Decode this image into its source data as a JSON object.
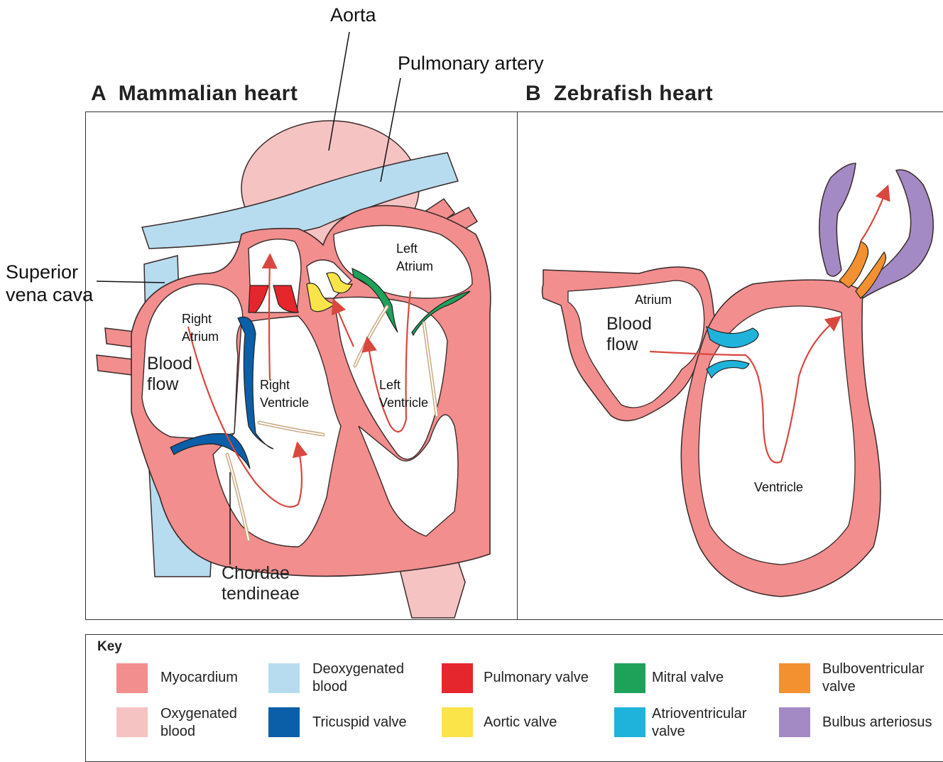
{
  "colors": {
    "myocardium": "#f28e8e",
    "oxygenated": "#f6c3c3",
    "deoxygenated": "#b7dcef",
    "pulmonary_valve": "#e5262c",
    "tricuspid_valve": "#0b5ea8",
    "mitral_valve": "#1ea25a",
    "aortic_valve": "#fbe34a",
    "av_valve": "#1fb3dc",
    "bulboventricular_valve": "#f39131",
    "bulbus_arteriosus": "#a48ac4",
    "flow_arrow": "#d9473f",
    "chordae": "#d2b48c",
    "outline": "#3a2a2a"
  },
  "callouts": {
    "aorta": "Aorta",
    "pulmonary_artery": "Pulmonary artery",
    "superior_vena_cava": "Superior\nvena cava"
  },
  "panel_a": {
    "title": "A  Mammalian heart",
    "right_atrium": "Right\nAtrium",
    "right_ventricle": "Right\nVentricle",
    "left_atrium": "Left\nAtrium",
    "left_ventricle": "Left\nVentricle",
    "blood_flow": "Blood\nflow",
    "chordae_tendineae": "Chordae\ntendineae"
  },
  "panel_b": {
    "title": "B  Zebrafish heart",
    "atrium": "Atrium",
    "blood_flow": "Blood\nflow",
    "ventricle": "Ventricle"
  },
  "key": {
    "title": "Key",
    "items": [
      {
        "label": "Myocardium",
        "color": "#f28e8e"
      },
      {
        "label": "Oxygenated\nblood",
        "color": "#f6c3c3"
      },
      {
        "label": "Deoxygenated\nblood",
        "color": "#b7dcef"
      },
      {
        "label": "Tricuspid valve",
        "color": "#0b5ea8"
      },
      {
        "label": "Pulmonary valve",
        "color": "#e5262c"
      },
      {
        "label": "Aortic valve",
        "color": "#fbe34a"
      },
      {
        "label": "Mitral valve",
        "color": "#1ea25a"
      },
      {
        "label": "Atrioventricular\nvalve",
        "color": "#1fb3dc"
      },
      {
        "label": "Bulboventricular\nvalve",
        "color": "#f39131"
      },
      {
        "label": "Bulbus arteriosus",
        "color": "#a48ac4"
      }
    ]
  }
}
